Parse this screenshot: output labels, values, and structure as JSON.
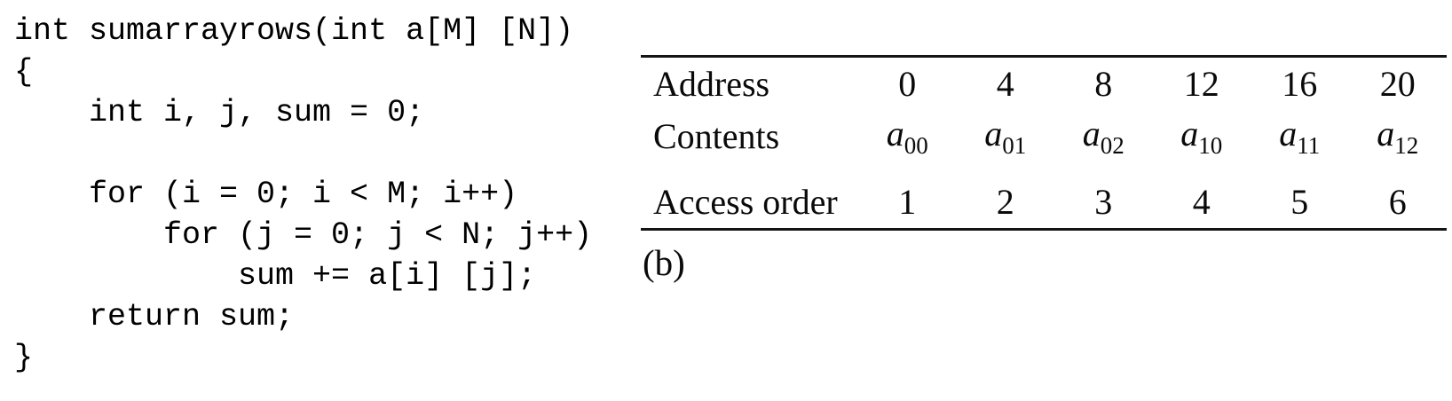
{
  "figure": {
    "caption": "(b)"
  },
  "code": {
    "language": "c",
    "lines": [
      "int sumarrayrows(int a[M] [N])",
      "{",
      "    int i, j, sum = 0;",
      "",
      "    for (i = 0; i < M; i++)",
      "        for (j = 0; j < N; j++)",
      "            sum += a[i] [j];",
      "    return sum;",
      "}"
    ]
  },
  "chart_data": {
    "type": "table",
    "rows": [
      {
        "label": "Address",
        "values": [
          "0",
          "4",
          "8",
          "12",
          "16",
          "20"
        ]
      },
      {
        "label": "Contents",
        "cells": [
          {
            "base": "a",
            "sub": "00"
          },
          {
            "base": "a",
            "sub": "01"
          },
          {
            "base": "a",
            "sub": "02"
          },
          {
            "base": "a",
            "sub": "10"
          },
          {
            "base": "a",
            "sub": "11"
          },
          {
            "base": "a",
            "sub": "12"
          }
        ]
      },
      {
        "label": "Access order",
        "values": [
          "1",
          "2",
          "3",
          "4",
          "5",
          "6"
        ]
      }
    ]
  },
  "colors": {
    "background": "#ffffff",
    "text": "#0a0a0a",
    "rule": "#141414"
  }
}
